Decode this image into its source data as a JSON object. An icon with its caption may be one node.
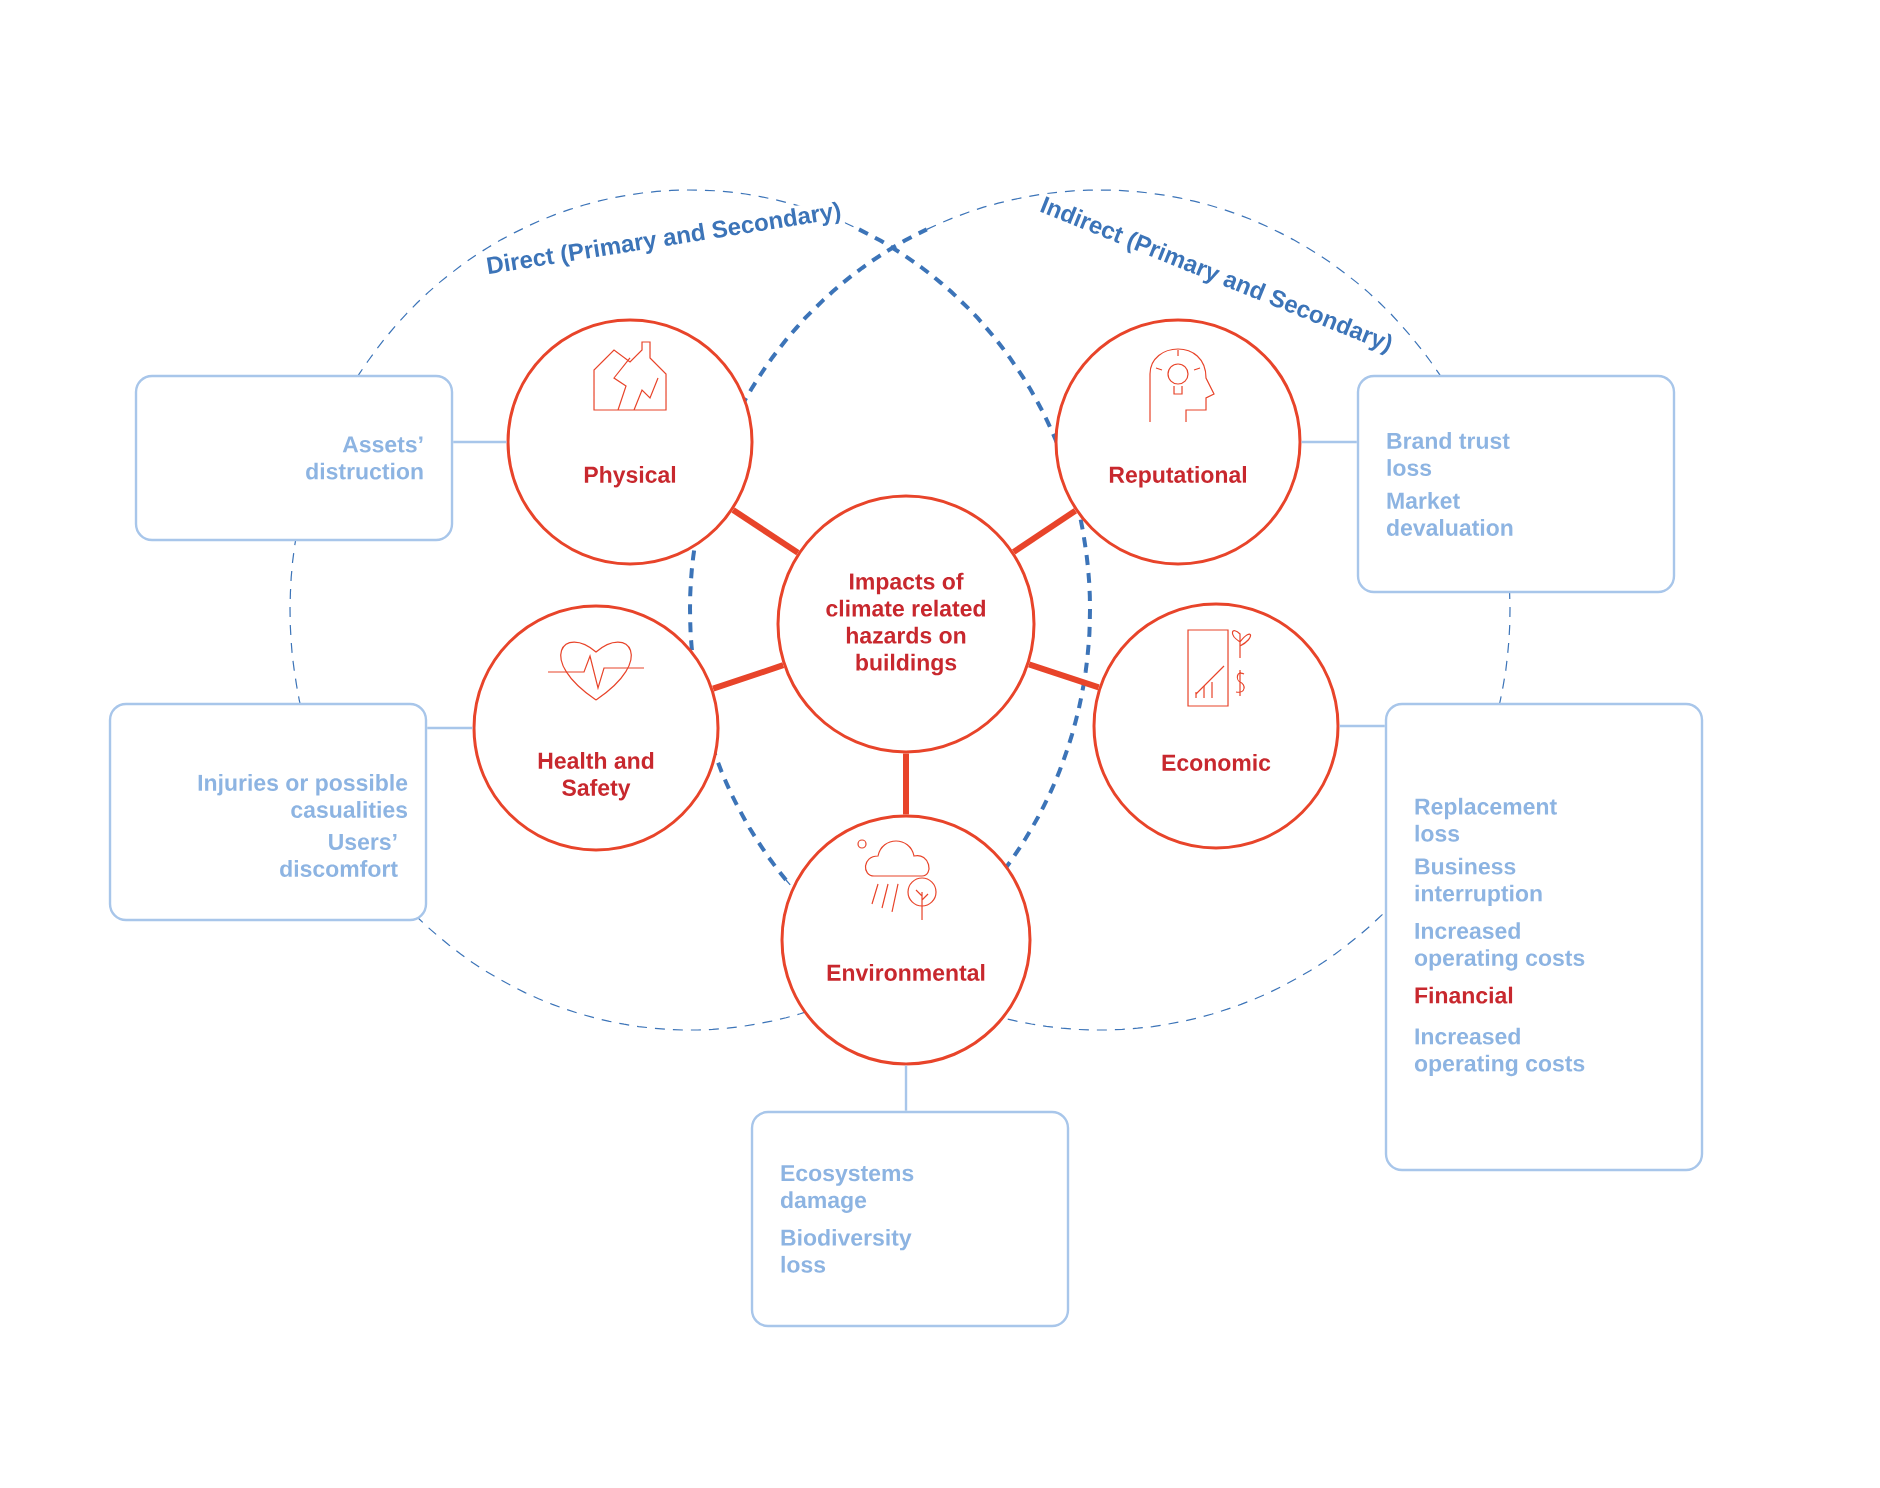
{
  "diagram": {
    "nodes": [
      {
        "text": [
          "Impacts of climate related hazards on buildings"
        ]
      },
      {
        "text": [
          "Physical"
        ]
      },
      {
        "text": [
          "Reputational"
        ]
      },
      {
        "text": [
          "Health and Safety"
        ]
      },
      {
        "text": [
          "Economic"
        ]
      },
      {
        "text": [
          "Environmental"
        ]
      },
      {
        "text": [
          "Assets’ distruction"
        ]
      },
      {
        "text": [
          "Brand trust loss",
          "Market devaluation"
        ]
      },
      {
        "text": [
          "Injuries or possible casualities",
          "Users’ discomfort"
        ]
      },
      {
        "text": [
          "Replacement loss",
          "Business interruption",
          "Increased operating costs",
          "Financial",
          "Increased operating costs"
        ]
      },
      {
        "text": [
          "Ecosystems damage",
          "Biodiversity loss"
        ]
      }
    ],
    "edges": [
      {
        "from": 0,
        "to": 1,
        "arrow": "none",
        "style": "thick",
        "color": "#e8442a"
      },
      {
        "from": 0,
        "to": 2,
        "arrow": "none",
        "style": "thick",
        "color": "#e8442a"
      },
      {
        "from": 0,
        "to": 3,
        "arrow": "none",
        "style": "thick",
        "color": "#e8442a"
      },
      {
        "from": 0,
        "to": 4,
        "arrow": "none",
        "style": "thick",
        "color": "#e8442a"
      },
      {
        "from": 0,
        "to": 5,
        "arrow": "none",
        "style": "thick",
        "color": "#e8442a"
      },
      {
        "from": 1,
        "to": 6,
        "arrow": "none",
        "color": "#a8c6ea"
      },
      {
        "from": 2,
        "to": 7,
        "arrow": "none",
        "color": "#a8c6ea"
      },
      {
        "from": 3,
        "to": 8,
        "arrow": "none",
        "color": "#a8c6ea"
      },
      {
        "from": 4,
        "to": 9,
        "arrow": "none",
        "color": "#a8c6ea"
      },
      {
        "from": 5,
        "to": 10,
        "arrow": "none",
        "color": "#a8c6ea"
      }
    ],
    "labels": [
      "Direct (Primary and Secondary)",
      "Indirect (Primary and Secondary)"
    ]
  }
}
